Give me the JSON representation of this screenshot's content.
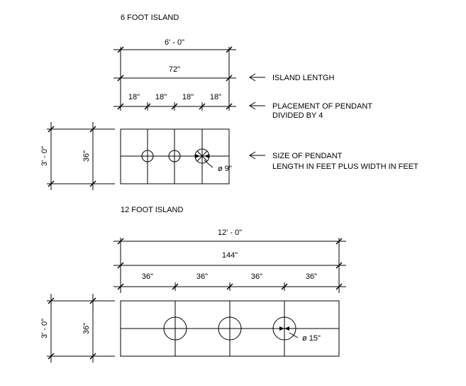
{
  "small_island": {
    "heading": "6 FOOT ISLAND",
    "overall_dim": "6' - 0\"",
    "inch_dim": "72\"",
    "segments": [
      "18\"",
      "18\"",
      "18\"",
      "18\""
    ],
    "depth_feet": "3' - 0\"",
    "depth_inches": "36\"",
    "diameter": "ø 9\""
  },
  "large_island": {
    "heading": "12 FOOT ISLAND",
    "overall_dim": "12' - 0\"",
    "inch_dim": "144\"",
    "segments": [
      "36\"",
      "36\"",
      "36\"",
      "36\""
    ],
    "depth_feet": "3' - 0\"",
    "depth_inches": "36\"",
    "diameter": "ø 15\""
  },
  "callouts": {
    "length": "ISLAND LENTGH",
    "placement_line1": "PLACEMENT OF PENDANT",
    "placement_line2": "DIVIDED BY 4",
    "size_line1": "SIZE OF PENDANT",
    "size_line2": "LENGTH IN FEET PLUS WIDTH IN FEET"
  }
}
